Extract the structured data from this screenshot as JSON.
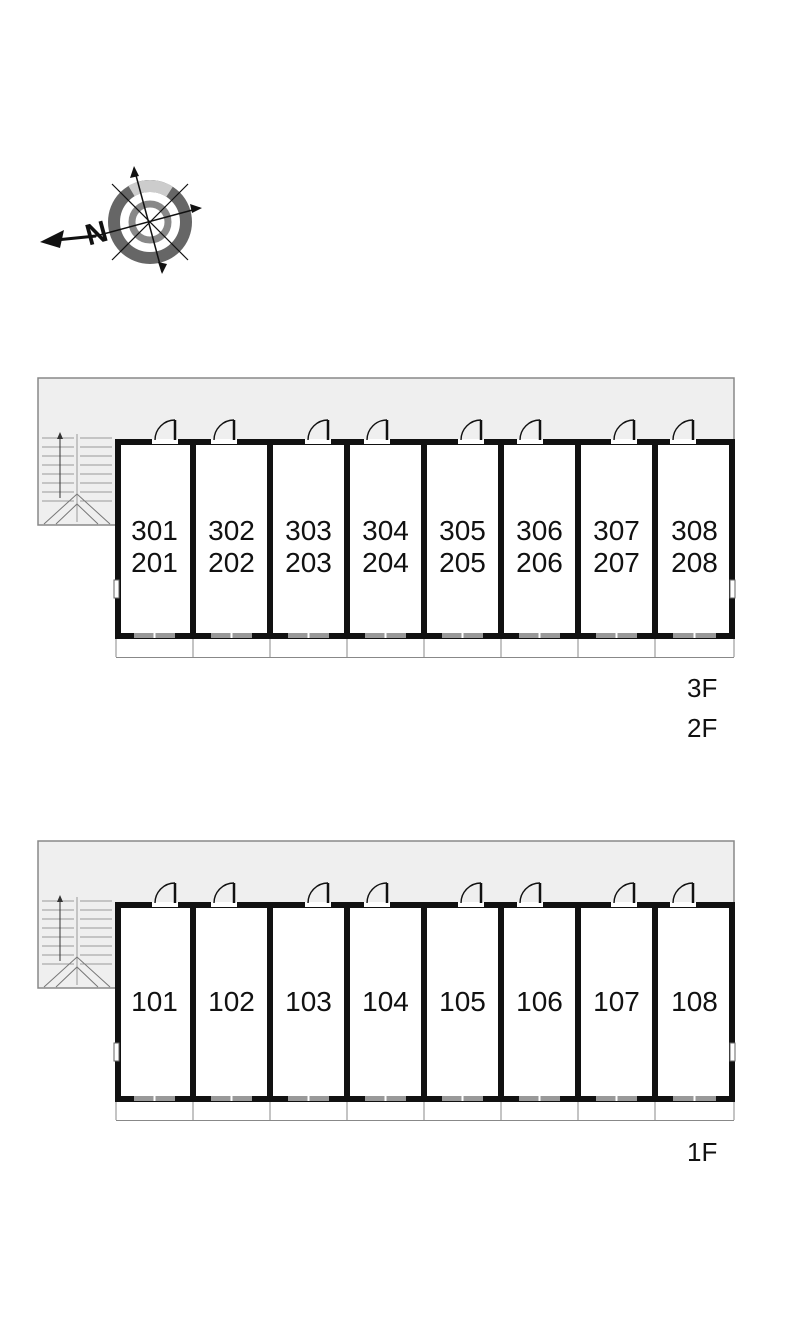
{
  "compass": {
    "north_label": "N"
  },
  "upper_block": {
    "units_top": [
      "301",
      "302",
      "303",
      "304",
      "305",
      "306",
      "307",
      "308"
    ],
    "units_bottom": [
      "201",
      "202",
      "203",
      "204",
      "205",
      "206",
      "207",
      "208"
    ],
    "floor_labels": [
      "3F",
      "2F"
    ]
  },
  "lower_block": {
    "units": [
      "101",
      "102",
      "103",
      "104",
      "105",
      "106",
      "107",
      "108"
    ],
    "floor_labels": [
      "1F"
    ]
  },
  "colors": {
    "wall": "#111111",
    "corridor_fill": "#efefef",
    "outline": "#888888",
    "door": "#111111"
  }
}
